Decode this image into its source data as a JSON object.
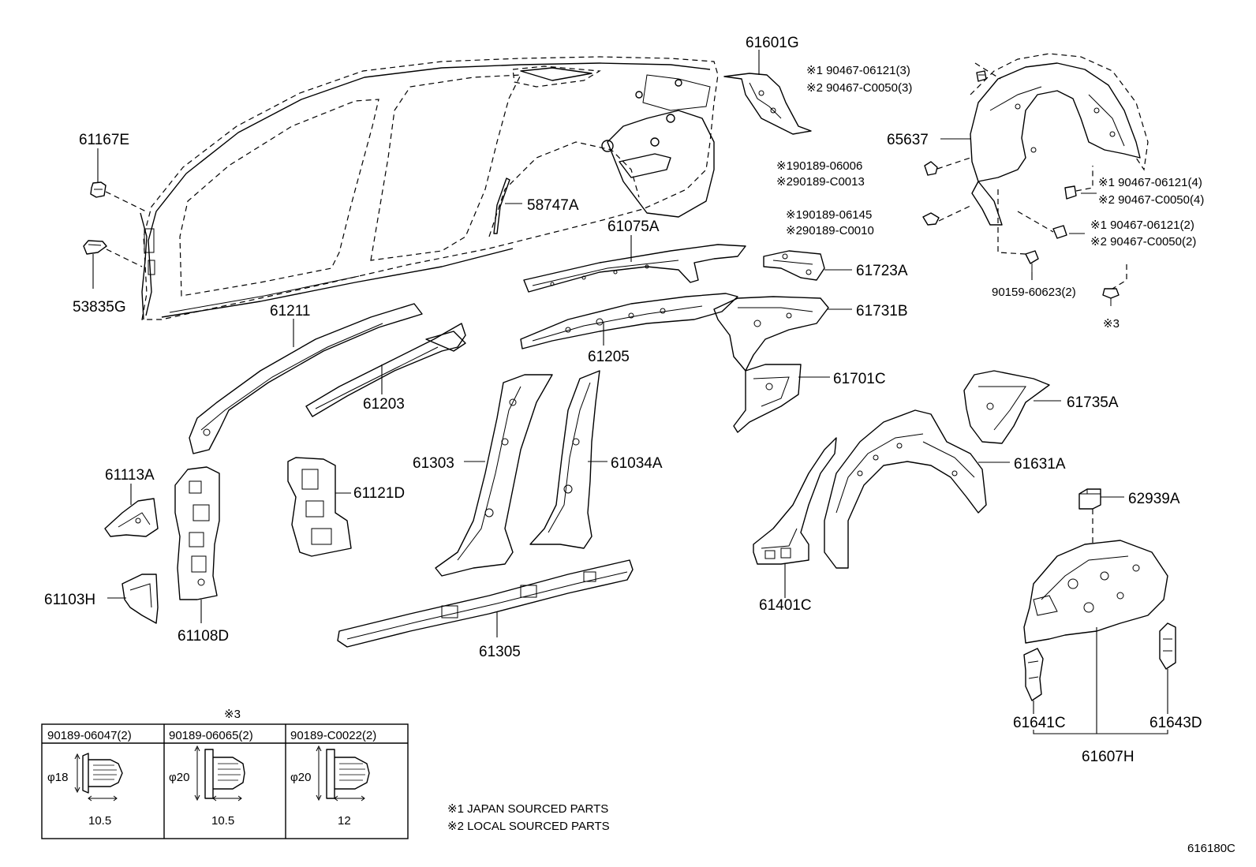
{
  "labels": {
    "p61601G": "61601G",
    "p61167E": "61167E",
    "p53835G": "53835G",
    "p58747A": "58747A",
    "p61075A": "61075A",
    "p61723A": "61723A",
    "p61211": "61211",
    "p61205": "61205",
    "p61731B": "61731B",
    "p61203": "61203",
    "p61701C": "61701C",
    "p61735A": "61735A",
    "p61113A": "61113A",
    "p61303": "61303",
    "p61034A": "61034A",
    "p61121D": "61121D",
    "p61631A": "61631A",
    "p62939A": "62939A",
    "p61103H": "61103H",
    "p61108D": "61108D",
    "p61305": "61305",
    "p61401C": "61401C",
    "p61641C": "61641C",
    "p61643D": "61643D",
    "p61607H": "61607H",
    "p65637": "65637",
    "p90159": "90159-60623(2)",
    "mark3": "※3",
    "a1": "※1  90467-06121(3)",
    "a2": "※2  90467-C0050(3)",
    "b1": "※190189-06006",
    "b2": "※290189-C0013",
    "c1": "※190189-06145",
    "c2": "※290189-C0010",
    "d1": "※1  90467-06121(4)",
    "d2": "※2  90467-C0050(4)",
    "e1": "※1 90467-06121(2)",
    "e2": "※2 90467-C0050(2)"
  },
  "fastener_table": {
    "note_mark": "※3",
    "columns": [
      {
        "part": "90189-06047(2)",
        "diameter": "φ18",
        "length": "10.5"
      },
      {
        "part": "90189-06065(2)",
        "diameter": "φ20",
        "length": "10.5"
      },
      {
        "part": "90189-C0022(2)",
        "diameter": "φ20",
        "length": "12"
      }
    ]
  },
  "notes": {
    "n1": "※1 JAPAN SOURCED PARTS",
    "n2": "※2 LOCAL SOURCED PARTS"
  },
  "diagram_id": "616180C"
}
